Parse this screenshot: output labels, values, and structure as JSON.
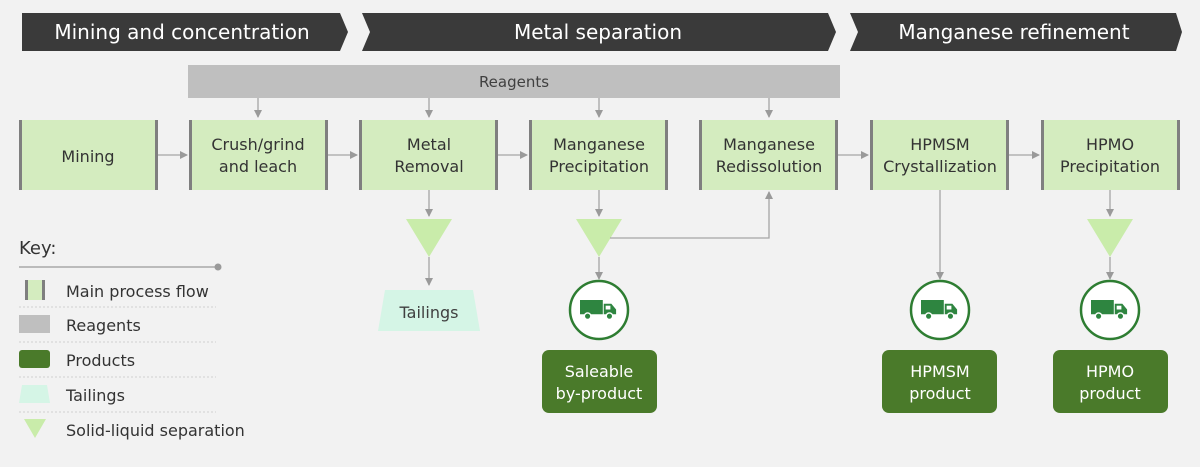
{
  "stages": {
    "mining": "Mining and concentration",
    "separation": "Metal separation",
    "refinement": "Manganese refinement"
  },
  "reagents_label": "Reagents",
  "process_steps": [
    {
      "id": "mining",
      "lines": [
        "Mining"
      ]
    },
    {
      "id": "crush-leach",
      "lines": [
        "Crush/grind",
        "and leach"
      ]
    },
    {
      "id": "metal-removal",
      "lines": [
        "Metal",
        "Removal"
      ]
    },
    {
      "id": "mn-precipitation",
      "lines": [
        "Manganese",
        "Precipitation"
      ]
    },
    {
      "id": "mn-redissolution",
      "lines": [
        "Manganese",
        "Redissolution"
      ]
    },
    {
      "id": "hpmsm-crystallization",
      "lines": [
        "HPMSM",
        "Crystallization"
      ]
    },
    {
      "id": "hpmo-precipitation",
      "lines": [
        "HPMO",
        "Precipitation"
      ]
    }
  ],
  "tailings_label": "Tailings",
  "products": [
    {
      "id": "saleable",
      "lines": [
        "Saleable",
        "by-product"
      ],
      "icon": "truck-icon"
    },
    {
      "id": "hpmsm",
      "lines": [
        "HPMSM",
        "product"
      ],
      "icon": "truck-icon"
    },
    {
      "id": "hpmo",
      "lines": [
        "HPMO",
        "product"
      ],
      "icon": "truck-icon"
    }
  ],
  "key": {
    "title": "Key:",
    "items": [
      {
        "symbol": "process",
        "label": "Main process flow"
      },
      {
        "symbol": "reagents",
        "label": "Reagents"
      },
      {
        "symbol": "products",
        "label": "Products"
      },
      {
        "symbol": "tailings",
        "label": "Tailings"
      },
      {
        "symbol": "separation",
        "label": "Solid-liquid separation"
      }
    ]
  },
  "colors": {
    "banner": "#3a3a3a",
    "process_fill": "#d4ecbf",
    "process_edge": "#7f7f7f",
    "reagent_fill": "#bfbfbf",
    "product_fill": "#4a7a2a",
    "tailings_fill": "#d5f5e6",
    "separation_fill": "#c9ecaa",
    "arrow": "#a6a6a6"
  }
}
